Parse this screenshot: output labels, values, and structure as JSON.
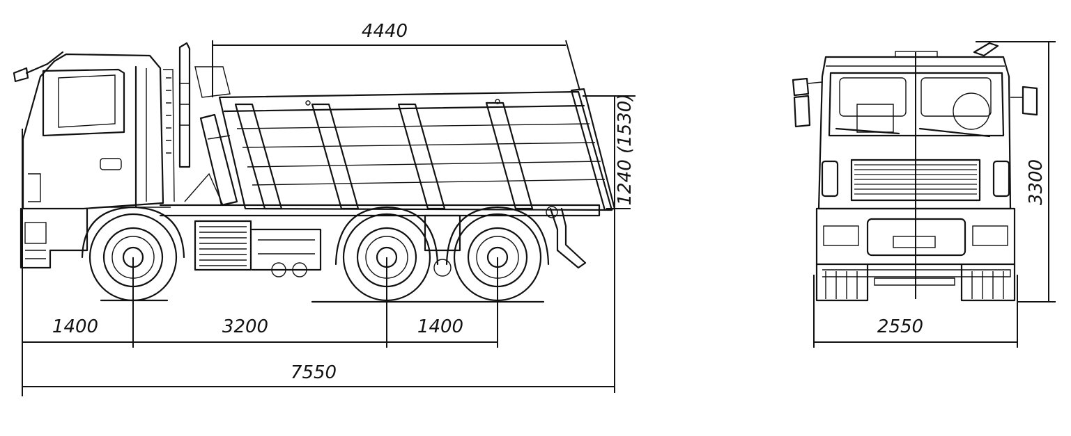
{
  "dimensions": {
    "body_length": "4440",
    "body_height": "1240 (1530)",
    "front_overhang": "1400",
    "wheelbase": "3200",
    "rear_axle_spacing": "1400",
    "overall_length": "7550",
    "overall_width": "2550",
    "overall_height": "3300"
  },
  "colors": {
    "line": "#111111",
    "background": "#ffffff"
  }
}
